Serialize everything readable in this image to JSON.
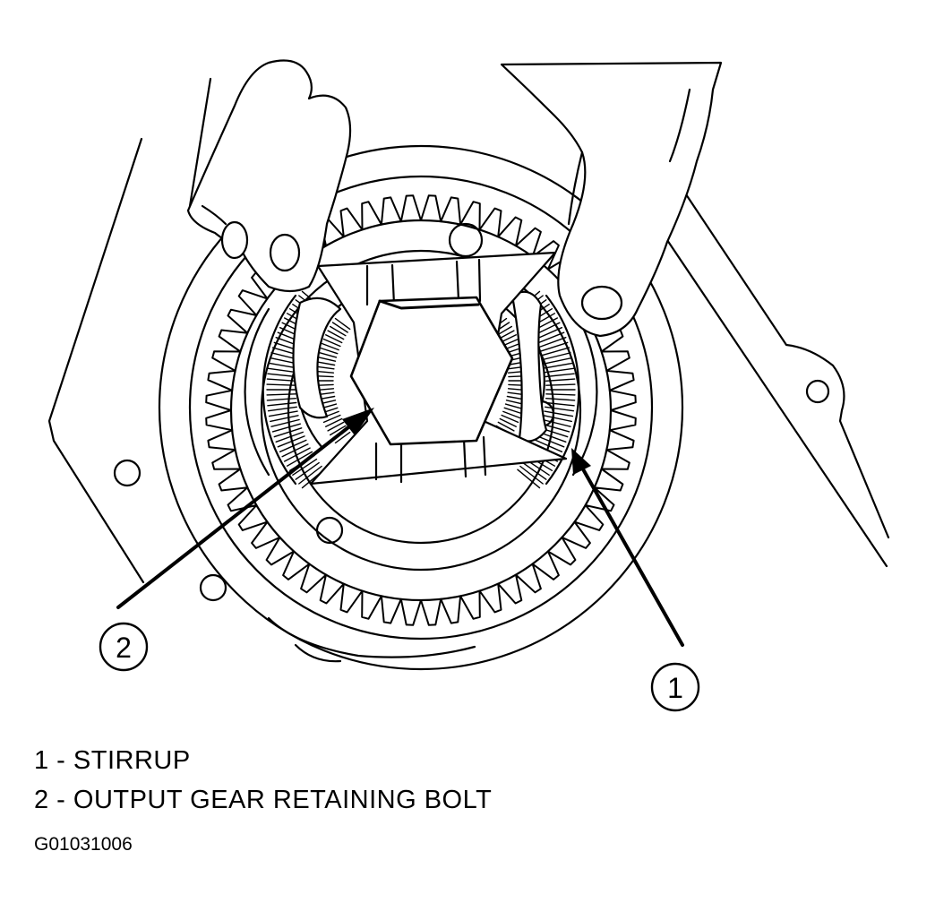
{
  "figure": {
    "callouts": [
      {
        "number": "1",
        "label": "STIRRUP"
      },
      {
        "number": "2",
        "label": "OUTPUT GEAR RETAINING BOLT"
      }
    ],
    "legend": [
      {
        "text": "1 - STIRRUP"
      },
      {
        "text": "2 - OUTPUT GEAR RETAINING BOLT"
      }
    ],
    "figure_id": "G01031006"
  },
  "colors": {
    "ink": "#000000",
    "paper": "#ffffff"
  }
}
